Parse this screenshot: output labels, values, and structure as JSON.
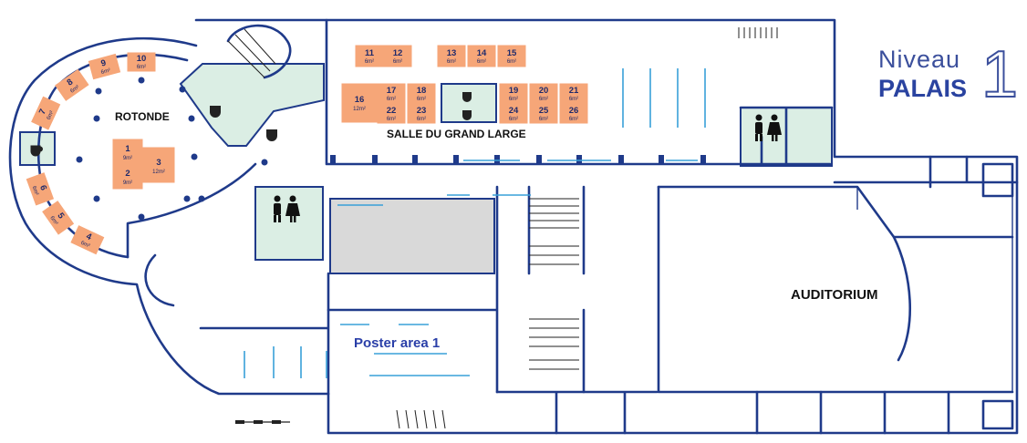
{
  "level": {
    "title": "Niveau",
    "subtitle": "PALAIS",
    "number": "1"
  },
  "rooms": {
    "rotonde": "ROTONDE",
    "grand_large": "SALLE DU GRAND LARGE",
    "auditorium": "AUDITORIUM",
    "poster": "Poster area 1"
  },
  "stands": [
    {
      "num": "10",
      "area": "6m²"
    },
    {
      "num": "9",
      "area": "6m²"
    },
    {
      "num": "8",
      "area": "6m²"
    },
    {
      "num": "7",
      "area": "6m²"
    },
    {
      "num": "6",
      "area": "6m²"
    },
    {
      "num": "5",
      "area": "6m²"
    },
    {
      "num": "4",
      "area": "6m²"
    },
    {
      "num": "1",
      "area": "9m²"
    },
    {
      "num": "2",
      "area": "9m²"
    },
    {
      "num": "3",
      "area": "12m²"
    },
    {
      "num": "11",
      "area": "6m²"
    },
    {
      "num": "12",
      "area": "6m²"
    },
    {
      "num": "13",
      "area": "6m²"
    },
    {
      "num": "14",
      "area": "6m²"
    },
    {
      "num": "15",
      "area": "6m²"
    },
    {
      "num": "16",
      "area": "12m²"
    },
    {
      "num": "17",
      "area": "6m²"
    },
    {
      "num": "18",
      "area": "6m²"
    },
    {
      "num": "22",
      "area": "6m²"
    },
    {
      "num": "23",
      "area": "6m²"
    },
    {
      "num": "19",
      "area": "6m²"
    },
    {
      "num": "20",
      "area": "6m²"
    },
    {
      "num": "21",
      "area": "6m²"
    },
    {
      "num": "24",
      "area": "6m²"
    },
    {
      "num": "25",
      "area": "6m²"
    },
    {
      "num": "26",
      "area": "6m²"
    }
  ],
  "icons": [
    "coffee-icon",
    "restroom-icon",
    "stairs-icon",
    "scale-bar"
  ]
}
